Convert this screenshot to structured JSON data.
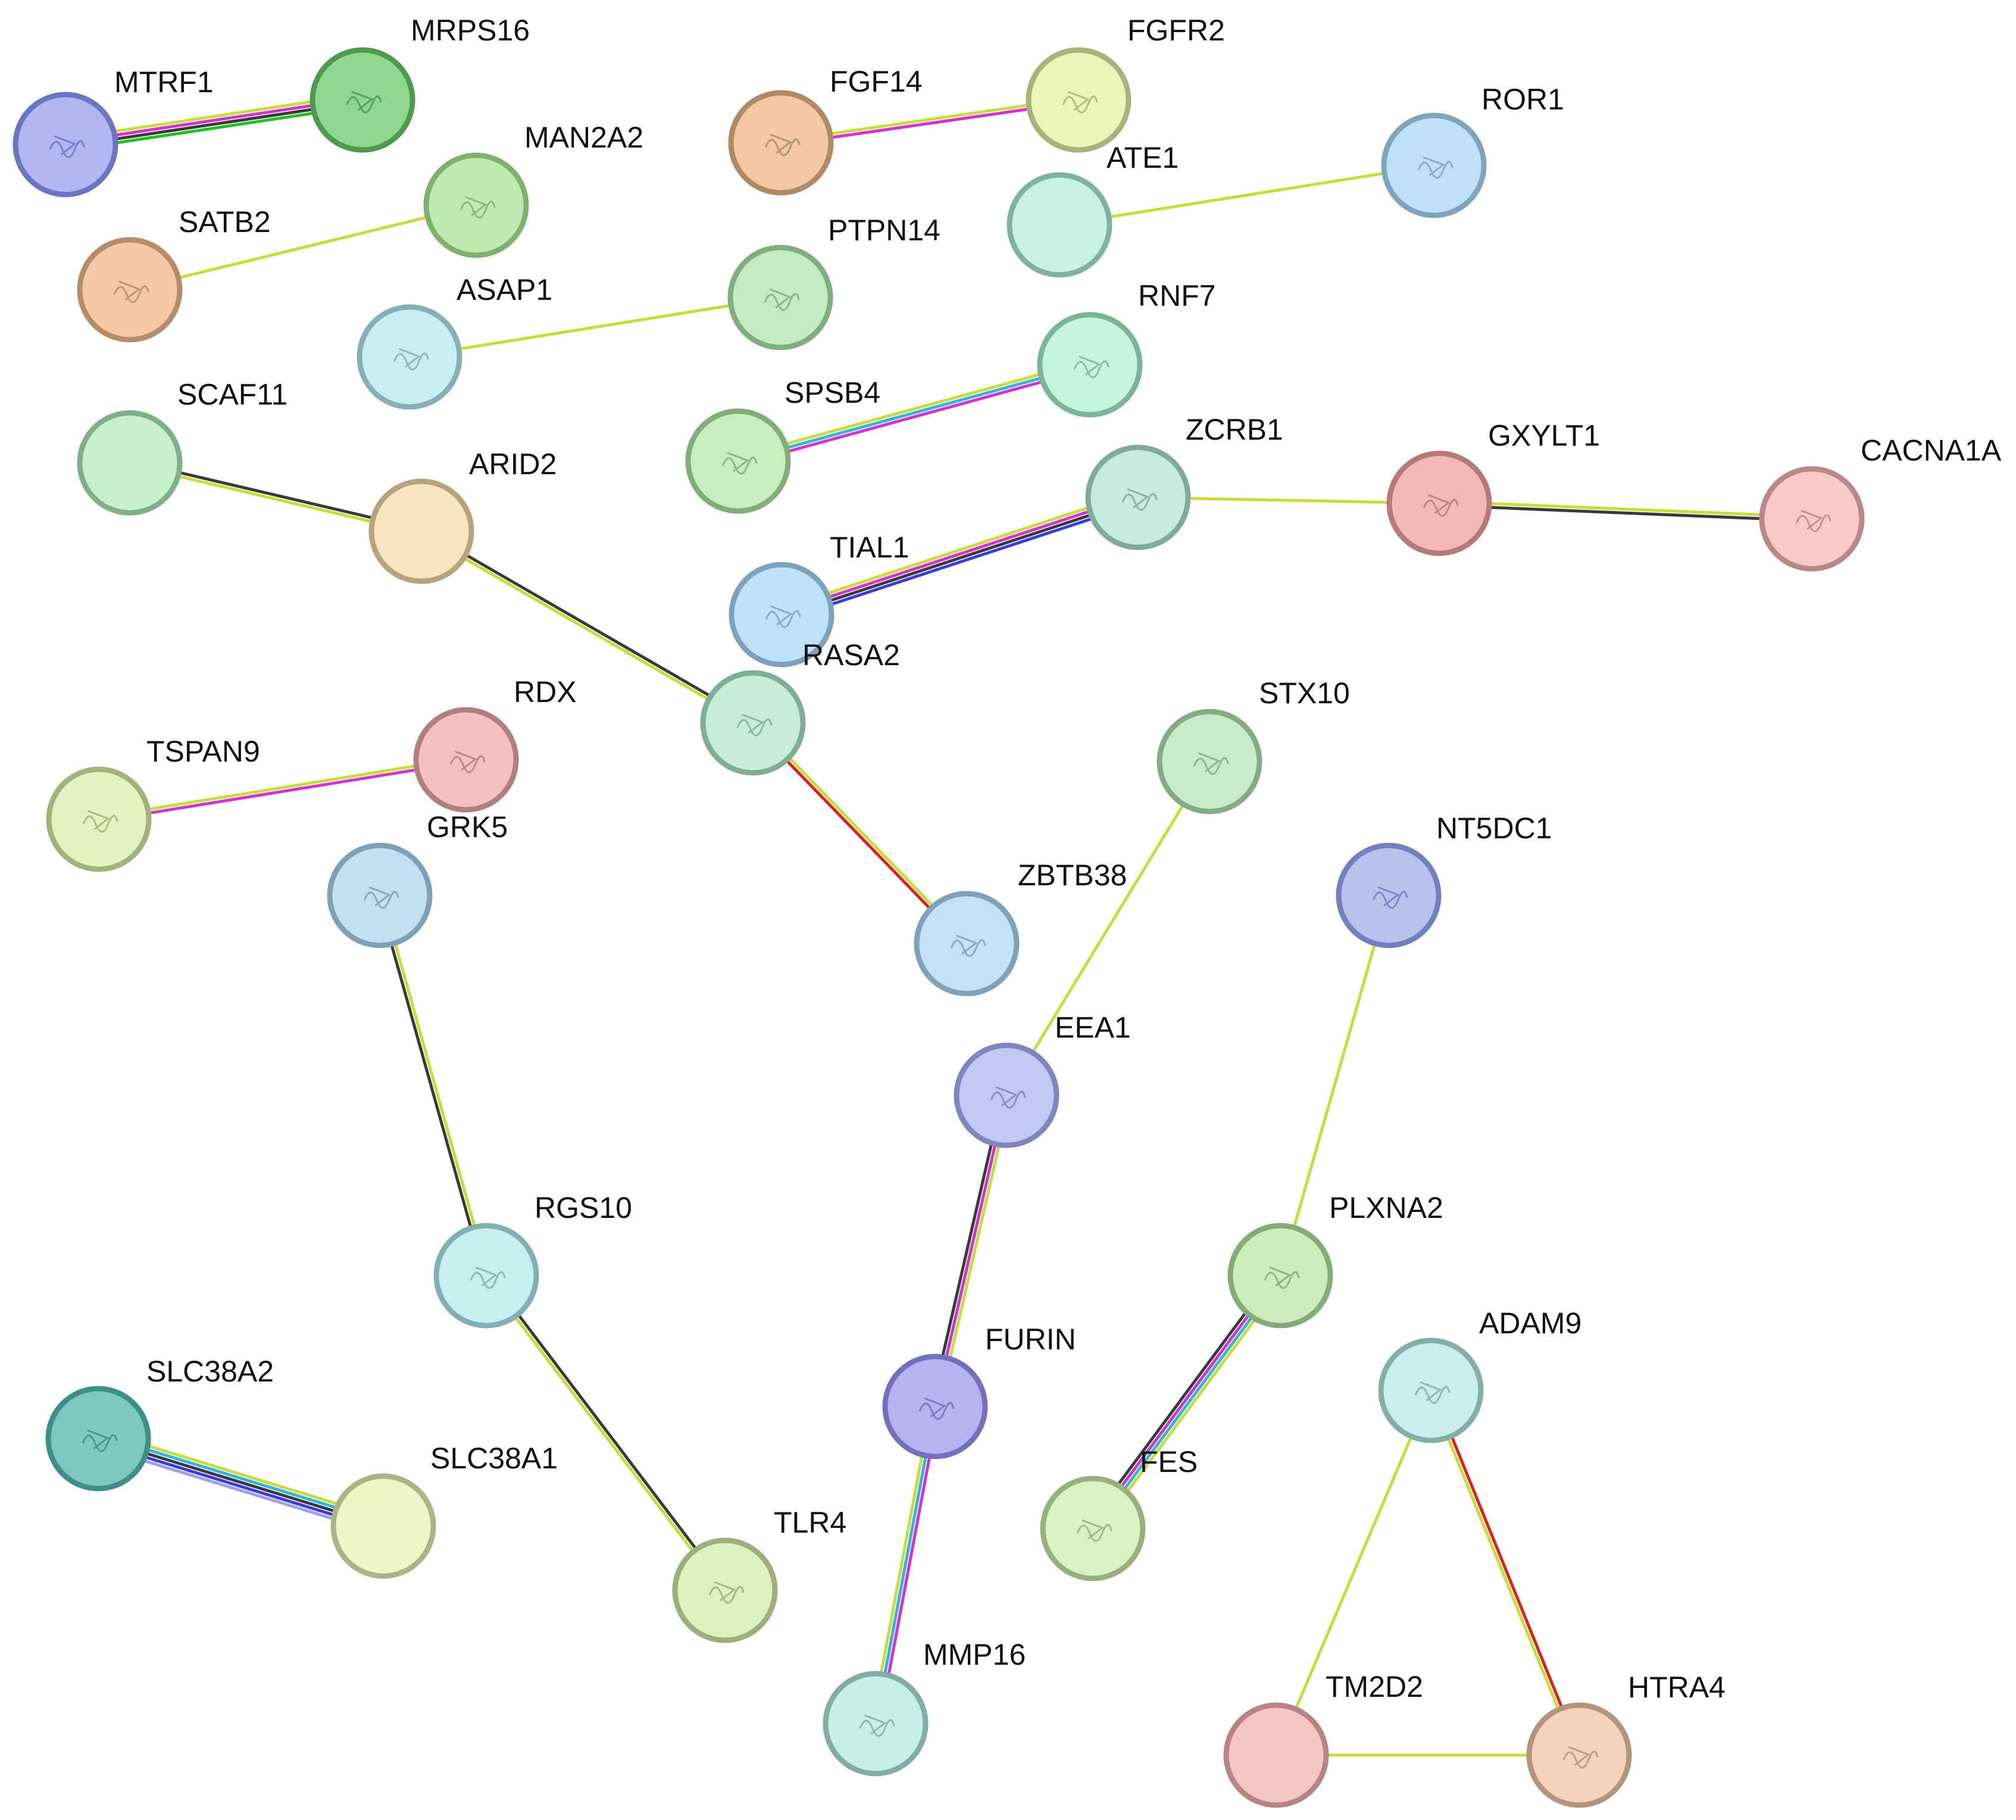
{
  "network": {
    "nodes": [
      {
        "id": "MTRF1",
        "label": "MTRF1",
        "fill": "#b3b7ef",
        "stroke": "#6e74c4",
        "structure": true
      },
      {
        "id": "MRPS16",
        "label": "MRPS16",
        "fill": "#8fd68f",
        "stroke": "#4e9a4e",
        "structure": true
      },
      {
        "id": "FGF14",
        "label": "FGF14",
        "fill": "#f3c8a2",
        "stroke": "#b08a66",
        "structure": true
      },
      {
        "id": "FGFR2",
        "label": "FGFR2",
        "fill": "#eaf5bc",
        "stroke": "#a8b27a",
        "structure": true
      },
      {
        "id": "MAN2A2",
        "label": "MAN2A2",
        "fill": "#bfe9b0",
        "stroke": "#7fb06e",
        "structure": true
      },
      {
        "id": "ROR1",
        "label": "ROR1",
        "fill": "#c0e0f5",
        "stroke": "#7fa4bc",
        "structure": true
      },
      {
        "id": "ATE1",
        "label": "ATE1",
        "fill": "#c7f2e2",
        "stroke": "#7fb29f",
        "structure": false
      },
      {
        "id": "SATB2",
        "label": "SATB2",
        "fill": "#f6c9a6",
        "stroke": "#b58d6a",
        "structure": true
      },
      {
        "id": "PTPN14",
        "label": "PTPN14",
        "fill": "#c4ecc4",
        "stroke": "#7faf7f",
        "structure": true
      },
      {
        "id": "ASAP1",
        "label": "ASAP1",
        "fill": "#c9eef2",
        "stroke": "#86b0b6",
        "structure": true
      },
      {
        "id": "RNF7",
        "label": "RNF7",
        "fill": "#c6f4dc",
        "stroke": "#7cb496",
        "structure": true
      },
      {
        "id": "SPSB4",
        "label": "SPSB4",
        "fill": "#c8eec0",
        "stroke": "#82ad78",
        "structure": true
      },
      {
        "id": "SCAF11",
        "label": "SCAF11",
        "fill": "#c8f0cf",
        "stroke": "#7fb08a",
        "structure": false
      },
      {
        "id": "ARID2",
        "label": "ARID2",
        "fill": "#f7e5c0",
        "stroke": "#b7a37c",
        "structure": false
      },
      {
        "id": "ZCRB1",
        "label": "ZCRB1",
        "fill": "#c6ebdf",
        "stroke": "#7faa9c",
        "structure": true
      },
      {
        "id": "GXYLT1",
        "label": "GXYLT1",
        "fill": "#f4b8b8",
        "stroke": "#b57a7a",
        "structure": true
      },
      {
        "id": "CACNA1A",
        "label": "CACNA1A",
        "fill": "#f8c9c9",
        "stroke": "#b88888",
        "structure": true
      },
      {
        "id": "TIAL1",
        "label": "TIAL1",
        "fill": "#bfe2f8",
        "stroke": "#7fa2bc",
        "structure": true
      },
      {
        "id": "RASA2",
        "label": "RASA2",
        "fill": "#c6eed6",
        "stroke": "#7fae92",
        "structure": true
      },
      {
        "id": "RDX",
        "label": "RDX",
        "fill": "#f4c1c1",
        "stroke": "#b08080",
        "structure": true
      },
      {
        "id": "TSPAN9",
        "label": "TSPAN9",
        "fill": "#e2f4bd",
        "stroke": "#a3b27a",
        "structure": true
      },
      {
        "id": "STX10",
        "label": "STX10",
        "fill": "#c8eccb",
        "stroke": "#83ab86",
        "structure": true
      },
      {
        "id": "GRK5",
        "label": "GRK5",
        "fill": "#c3e0f0",
        "stroke": "#7fa0b5",
        "structure": true
      },
      {
        "id": "NT5DC1",
        "label": "NT5DC1",
        "fill": "#b8c2ec",
        "stroke": "#737fbf",
        "structure": true
      },
      {
        "id": "ZBTB38",
        "label": "ZBTB38",
        "fill": "#c4e2f4",
        "stroke": "#7fa2b8",
        "structure": true
      },
      {
        "id": "EEA1",
        "label": "EEA1",
        "fill": "#c2c8f4",
        "stroke": "#7f86be",
        "structure": true
      },
      {
        "id": "RGS10",
        "label": "RGS10",
        "fill": "#c6f0f0",
        "stroke": "#82afaf",
        "structure": true
      },
      {
        "id": "PLXNA2",
        "label": "PLXNA2",
        "fill": "#cbeebb",
        "stroke": "#85ab78",
        "structure": true
      },
      {
        "id": "FURIN",
        "label": "FURIN",
        "fill": "#b6b4ee",
        "stroke": "#7371bd",
        "structure": true
      },
      {
        "id": "ADAM9",
        "label": "ADAM9",
        "fill": "#c8efea",
        "stroke": "#84aea8",
        "structure": true
      },
      {
        "id": "SLC38A2",
        "label": "SLC38A2",
        "fill": "#7fc8bf",
        "stroke": "#3e8f87",
        "structure": true
      },
      {
        "id": "SLC38A1",
        "label": "SLC38A1",
        "fill": "#eef6c6",
        "stroke": "#aab484",
        "structure": false
      },
      {
        "id": "FES",
        "label": "FES",
        "fill": "#d9f2c2",
        "stroke": "#98b07e",
        "structure": true
      },
      {
        "id": "TLR4",
        "label": "TLR4",
        "fill": "#ddf0c0",
        "stroke": "#9bb07d",
        "structure": true
      },
      {
        "id": "MMP16",
        "label": "MMP16",
        "fill": "#c6efe6",
        "stroke": "#82ada4",
        "structure": true
      },
      {
        "id": "TM2D2",
        "label": "TM2D2",
        "fill": "#f6c6c6",
        "stroke": "#b68484",
        "structure": false
      },
      {
        "id": "HTRA4",
        "label": "HTRA4",
        "fill": "#f5d2bb",
        "stroke": "#b3947c",
        "structure": true
      }
    ],
    "edges": [
      {
        "source": "MTRF1",
        "target": "MRPS16",
        "colors": [
          "#c8dc3a",
          "#d232d2",
          "#3a3a3a",
          "#20c020"
        ]
      },
      {
        "source": "FGF14",
        "target": "FGFR2",
        "colors": [
          "#c8dc3a",
          "#d232d2"
        ]
      },
      {
        "source": "SATB2",
        "target": "MAN2A2",
        "colors": [
          "#c8dc3a"
        ]
      },
      {
        "source": "ATE1",
        "target": "ROR1",
        "colors": [
          "#c8dc3a"
        ]
      },
      {
        "source": "ASAP1",
        "target": "PTPN14",
        "colors": [
          "#c8dc3a"
        ]
      },
      {
        "source": "SPSB4",
        "target": "RNF7",
        "colors": [
          "#c8dc3a",
          "#30b4e0",
          "#d232d2"
        ]
      },
      {
        "source": "SCAF11",
        "target": "ARID2",
        "colors": [
          "#3a3a3a",
          "#c8dc3a"
        ]
      },
      {
        "source": "ARID2",
        "target": "RASA2",
        "colors": [
          "#3a3a3a",
          "#c8dc3a"
        ]
      },
      {
        "source": "TIAL1",
        "target": "ZCRB1",
        "colors": [
          "#c8dc3a",
          "#d232d2",
          "#3a3a3a",
          "#3a3ae0"
        ]
      },
      {
        "source": "ZCRB1",
        "target": "GXYLT1",
        "colors": [
          "#c8dc3a"
        ]
      },
      {
        "source": "GXYLT1",
        "target": "CACNA1A",
        "colors": [
          "#c8dc3a",
          "#3a3a3a"
        ]
      },
      {
        "source": "RASA2",
        "target": "ZBTB38",
        "colors": [
          "#c8dc3a",
          "#e02020"
        ]
      },
      {
        "source": "TSPAN9",
        "target": "RDX",
        "colors": [
          "#c8dc3a",
          "#d232d2"
        ]
      },
      {
        "source": "STX10",
        "target": "EEA1",
        "colors": [
          "#c8dc3a"
        ]
      },
      {
        "source": "NT5DC1",
        "target": "PLXNA2",
        "colors": [
          "#c8dc3a"
        ]
      },
      {
        "source": "GRK5",
        "target": "RGS10",
        "colors": [
          "#c8dc3a",
          "#3a3a3a"
        ]
      },
      {
        "source": "RGS10",
        "target": "TLR4",
        "colors": [
          "#3a3a3a",
          "#c8dc3a"
        ]
      },
      {
        "source": "EEA1",
        "target": "FURIN",
        "colors": [
          "#c8dc3a",
          "#d232d2",
          "#3a3a3a"
        ]
      },
      {
        "source": "FURIN",
        "target": "MMP16",
        "colors": [
          "#d232d2",
          "#30b4e0",
          "#c8dc3a"
        ]
      },
      {
        "source": "PLXNA2",
        "target": "FES",
        "colors": [
          "#c8dc3a",
          "#30b4e0",
          "#d232d2",
          "#3a3a3a"
        ]
      },
      {
        "source": "SLC38A2",
        "target": "SLC38A1",
        "colors": [
          "#c8dc3a",
          "#30b4e0",
          "#3a3a3a",
          "#3a3ae0",
          "#a0a0f0"
        ]
      },
      {
        "source": "ADAM9",
        "target": "TM2D2",
        "colors": [
          "#c8dc3a"
        ]
      },
      {
        "source": "ADAM9",
        "target": "HTRA4",
        "colors": [
          "#e02020",
          "#c8dc3a"
        ]
      },
      {
        "source": "TM2D2",
        "target": "HTRA4",
        "colors": [
          "#c8dc3a"
        ]
      }
    ]
  }
}
